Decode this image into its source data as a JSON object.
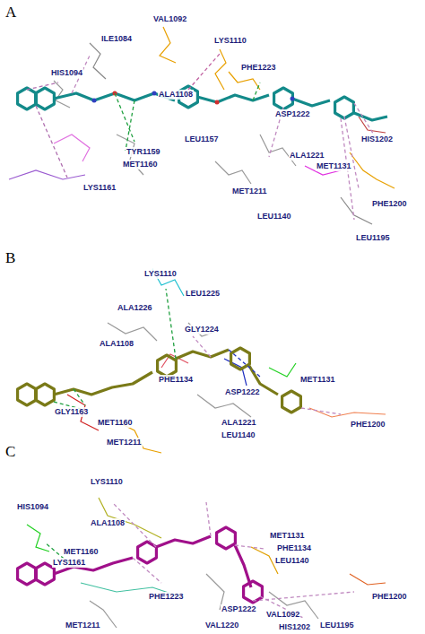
{
  "diagram": {
    "labels": [
      "A",
      "ILE1084",
      "VAL1092",
      "LYS1110",
      "HIS1094",
      "PHE1223",
      "ALA1108",
      "ASP1222",
      "LEU1157",
      "HIS1202",
      "TYR1159",
      "MET1160",
      "ALA1221",
      "MET1131",
      "LYS1161",
      "MET1211",
      "LEU1140",
      "PHE1200",
      "LEU1195",
      "B",
      "LYS1110",
      "LEU1225",
      "ALA1226",
      "GLY1224",
      "ALA1108",
      "PHE1134",
      "ASP1222",
      "MET1131",
      "GLY1163",
      "MET1160",
      "MET1211",
      "ALA1221",
      "LEU1140",
      "PHE1200",
      "C",
      "LYS1110",
      "HIS1094",
      "ALA1108",
      "MET1131",
      "PHE1134",
      "LEU1140",
      "MET1160",
      "LYS1161",
      "PHE1223",
      "ASP1222",
      "VAL1092",
      "PHE1200",
      "VAL1220",
      "LEU1195",
      "MET1211",
      "HIS1202"
    ]
  }
}
